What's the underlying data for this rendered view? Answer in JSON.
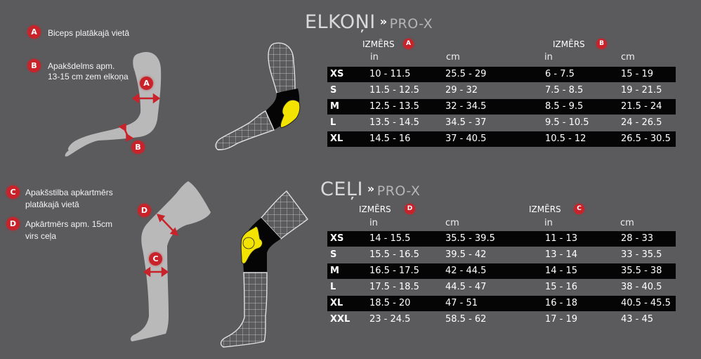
{
  "colors": {
    "background": "#5b5b5d",
    "badge_red": "#c8232b",
    "row_dark": "#050505",
    "pad_yellow": "#f2e400",
    "limb_gray": "#b9b9b9"
  },
  "legend": {
    "elbow": [
      {
        "badge": "A",
        "text": "Biceps platākajā vietā"
      },
      {
        "badge": "B",
        "text_line1": "Apakšdelms apm.",
        "text_line2": "13-15 cm zem elkoņa"
      }
    ],
    "knee": [
      {
        "badge": "C",
        "text_line1": "Apakšstilba apkartmērs",
        "text_line2": "platākajā vietā"
      },
      {
        "badge": "D",
        "text_line1": "Apkārtmērs apm. 15cm",
        "text_line2": "virs ceļa"
      }
    ]
  },
  "illustrations": {
    "arm_markers": [
      "A",
      "B"
    ],
    "leg_markers": [
      "D",
      "C"
    ]
  },
  "elbow_table": {
    "title": "ELKOŅI",
    "separator": "»",
    "model": "PRO-X",
    "group1": {
      "label": "IZMĒRS",
      "badge": "A"
    },
    "group2": {
      "label": "IZMĒRS",
      "badge": "B"
    },
    "units": [
      "in",
      "cm",
      "in",
      "cm"
    ],
    "rows": [
      {
        "size": "XS",
        "a_in": "10 - 11.5",
        "a_cm": "25.5 - 29",
        "b_in": "6 - 7.5",
        "b_cm": "15 - 19"
      },
      {
        "size": "S",
        "a_in": "11.5  - 12.5",
        "a_cm": "29 - 32",
        "b_in": "7.5 - 8.5",
        "b_cm": "19 - 21.5"
      },
      {
        "size": "M",
        "a_in": "12.5 - 13.5",
        "a_cm": "32 - 34.5",
        "b_in": "8.5 - 9.5",
        "b_cm": "21.5 - 24"
      },
      {
        "size": "L",
        "a_in": "13.5 - 14.5",
        "a_cm": "34.5 - 37",
        "b_in": "9.5 - 10.5",
        "b_cm": "24 - 26.5"
      },
      {
        "size": "XL",
        "a_in": "14.5 - 16",
        "a_cm": "37 - 40.5",
        "b_in": "10.5 - 12",
        "b_cm": "26.5 - 30.5"
      }
    ]
  },
  "knee_table": {
    "title": "CEĻI",
    "separator": "»",
    "model": "PRO-X",
    "group1": {
      "label": "IZMĒRS",
      "badge": "D"
    },
    "group2": {
      "label": "IZMĒRS",
      "badge": "C"
    },
    "units": [
      "in",
      "cm",
      "in",
      "cm"
    ],
    "rows": [
      {
        "size": "XS",
        "d_in": "14 - 15.5",
        "d_cm": "35.5 - 39.5",
        "c_in": "11 - 13",
        "c_cm": "28 - 33"
      },
      {
        "size": "S",
        "d_in": "15.5 - 16.5",
        "d_cm": "39.5 - 42",
        "c_in": "13 - 14",
        "c_cm": "33 - 35.5"
      },
      {
        "size": "M",
        "d_in": "16.5 - 17.5",
        "d_cm": "42 - 44.5",
        "c_in": "14 - 15",
        "c_cm": "35.5 - 38"
      },
      {
        "size": "L",
        "d_in": "17.5 - 18.5",
        "d_cm": "44.5 - 47",
        "c_in": "15 - 16",
        "c_cm": "38 - 40.5"
      },
      {
        "size": "XL",
        "d_in": "18.5 - 20",
        "d_cm": "47 - 51",
        "c_in": "16 - 18",
        "c_cm": "40.5 - 45.5"
      },
      {
        "size": "XXL",
        "d_in": "23 - 24.5",
        "d_cm": "58.5 - 62",
        "c_in": "17 - 19",
        "c_cm": "43 - 45"
      }
    ]
  }
}
